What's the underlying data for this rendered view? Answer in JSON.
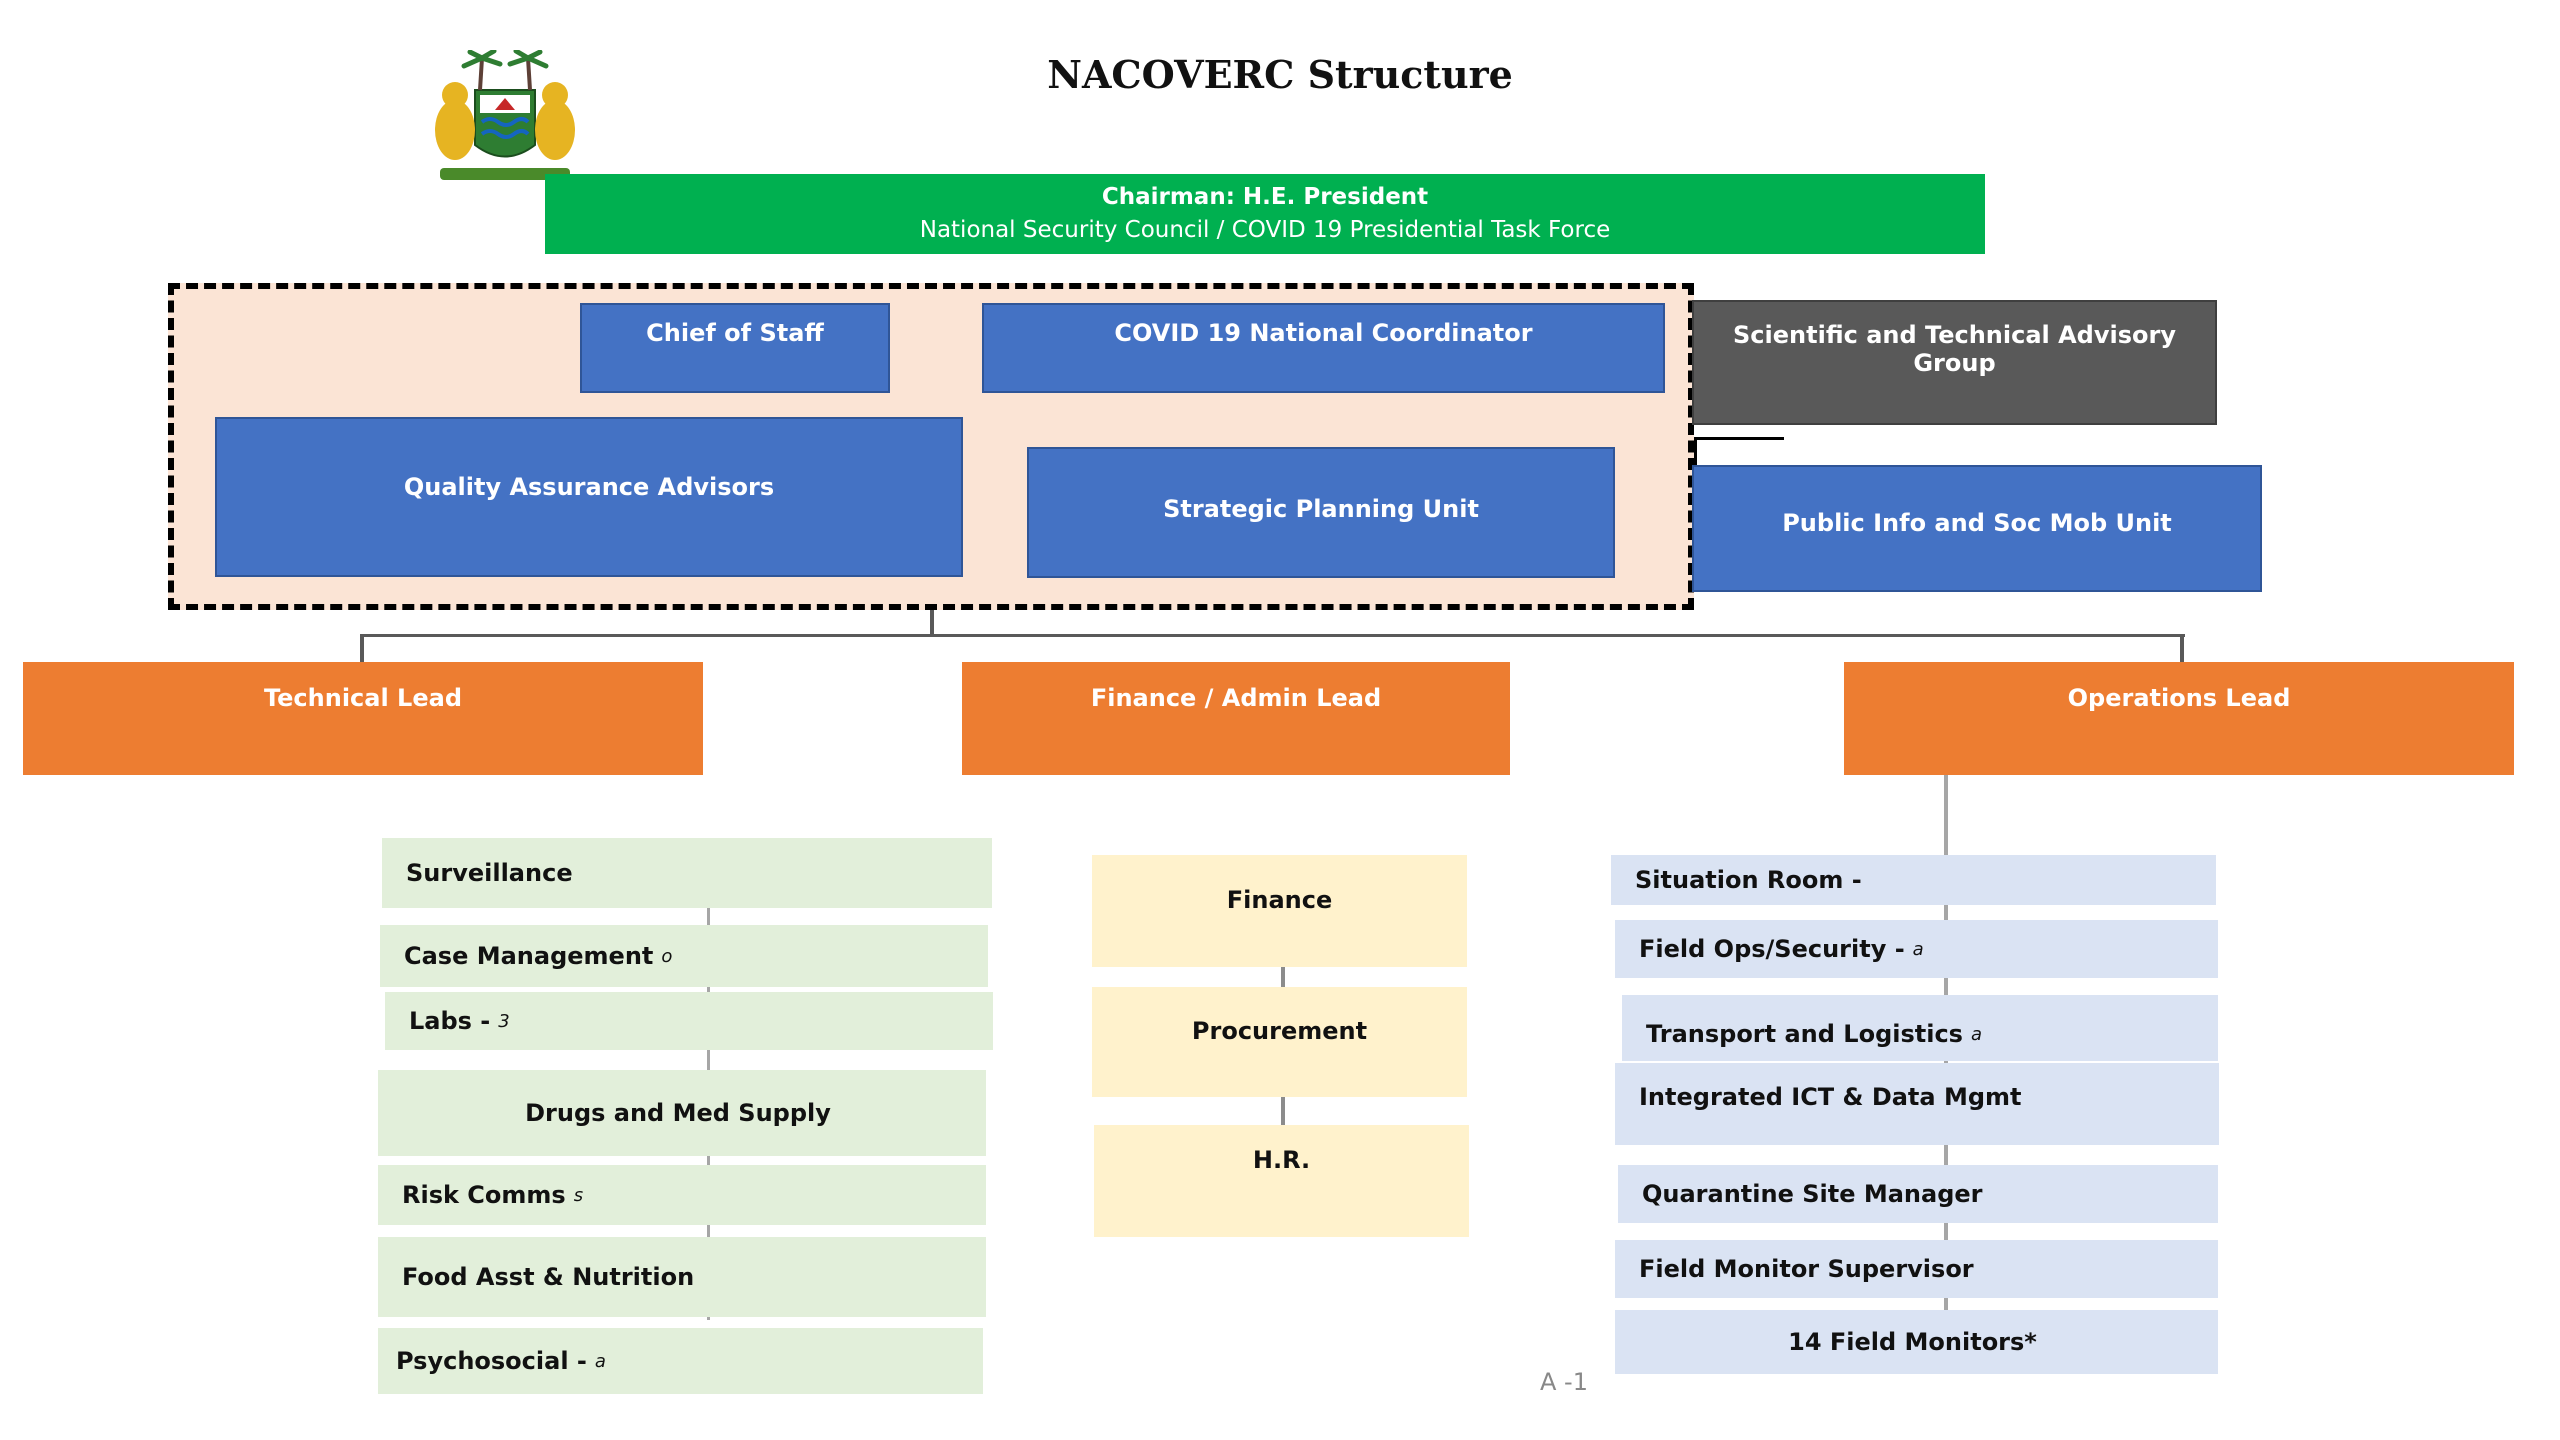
{
  "title": "NACOVERC Structure",
  "logo": {
    "icon": "sierra-leone-coat-of-arms"
  },
  "chairman": {
    "line1": "Chairman: H.E. President",
    "line2": "National Security Council / COVID 19 Presidential Task Force"
  },
  "core": {
    "chief_of_staff": "Chief of Staff",
    "national_coordinator": "COVID 19 National Coordinator",
    "quality_assurance": "Quality Assurance Advisors",
    "strategic_planning": "Strategic Planning Unit"
  },
  "side": {
    "advisory_group": "Scientific and Technical Advisory Group",
    "public_info": "Public Info and Soc Mob Unit"
  },
  "leads": {
    "technical": "Technical  Lead",
    "finance_admin": "Finance / Admin Lead",
    "operations": "Operations Lead"
  },
  "technical_units": [
    {
      "label": "Surveillance",
      "suffix": ""
    },
    {
      "label": "Case Management",
      "suffix": "o"
    },
    {
      "label": "Labs -",
      "suffix": "3"
    },
    {
      "label": "Drugs and Med Supply",
      "suffix": ""
    },
    {
      "label": "Risk Comms",
      "suffix": "s"
    },
    {
      "label": "Food Asst & Nutrition",
      "suffix": ""
    },
    {
      "label": "Psychosocial -",
      "suffix": "a"
    }
  ],
  "finance_units": [
    {
      "label": "Finance"
    },
    {
      "label": "Procurement"
    },
    {
      "label": "H.R."
    }
  ],
  "operations_units": [
    {
      "label": "Situation Room -",
      "suffix": ""
    },
    {
      "label": "Field Ops/Security -",
      "suffix": "a"
    },
    {
      "label": "Transport and Logistics",
      "suffix": "a"
    },
    {
      "label": "Integrated ICT & Data Mgmt",
      "suffix": ""
    },
    {
      "label": "Quarantine Site Manager",
      "suffix": ""
    },
    {
      "label": "Field Monitor Supervisor",
      "suffix": ""
    },
    {
      "label": "14 Field Monitors*",
      "suffix": ""
    }
  ],
  "page_number": "A -1",
  "colors": {
    "chairman": "#00b050",
    "core_area": "#fbe4d5",
    "blue": "#4472c4",
    "grey": "#595959",
    "orange": "#ed7d31",
    "technical": "#e2efda",
    "finance": "#fff2cc",
    "operations": "#dae3f3"
  }
}
